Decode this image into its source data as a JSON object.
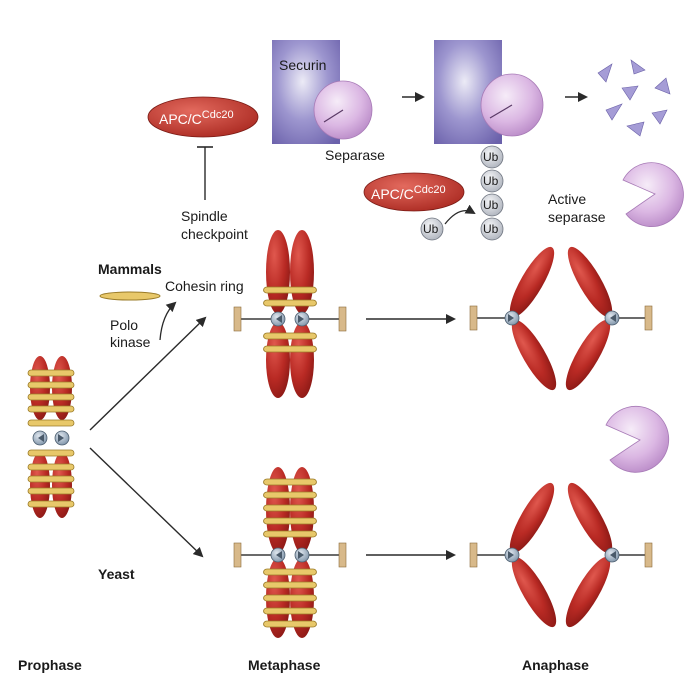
{
  "labels": {
    "securin": "Securin",
    "separase": "Separase",
    "apc_base": "APC/C",
    "apc_sup": "Cdc20",
    "spindle_1": "Spindle",
    "spindle_2": "checkpoint",
    "ub": "Ub",
    "active_1": "Active",
    "active_2": "separase",
    "mammals": "Mammals",
    "cohesin_ring": "Cohesin ring",
    "polo_1": "Polo",
    "polo_2": "kinase",
    "yeast": "Yeast",
    "prophase": "Prophase",
    "metaphase": "Metaphase",
    "anaphase": "Anaphase"
  },
  "colors": {
    "chromosome": "#c0302a",
    "cohesin": "#e8c86a",
    "securin": "#7b72b8",
    "separase": "#d9b3e0",
    "ub": "#c9ccd3",
    "kinetochore": "#8fa4b8",
    "spindle_post": "#d8b98a"
  }
}
